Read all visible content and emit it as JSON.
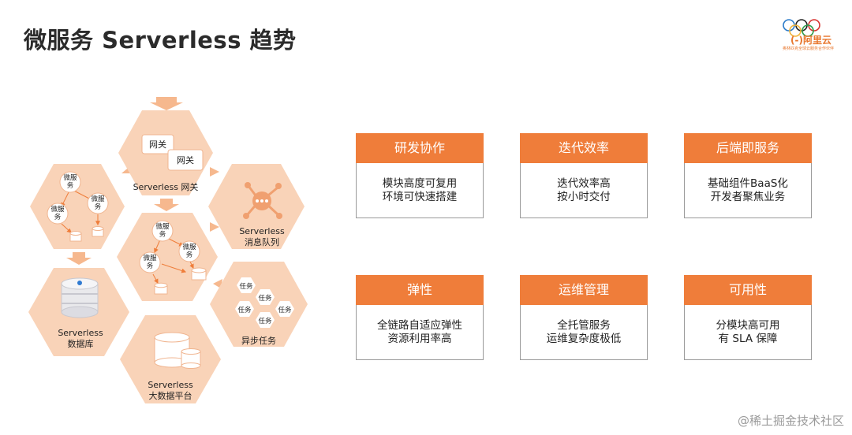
{
  "slide_title": "微服务 Serverless 趋势",
  "logo": {
    "brand": "阿里云",
    "tagline": "奥林匹克全球云服务合作伙伴"
  },
  "hexes": {
    "gateway": {
      "node_a": "网关",
      "node_b": "网关",
      "label": "Serverless 网关"
    },
    "microservices": {
      "node_a": "微服\n务",
      "node_b": "微服\n务",
      "node_c": "微服\n务"
    },
    "center": {
      "node_a": "微服\n务",
      "node_b": "微服\n务",
      "node_c": "微服\n务"
    },
    "mq": {
      "label_1": "Serverless",
      "label_2": "消息队列"
    },
    "database": {
      "label_1": "Serverless",
      "label_2": "数据库"
    },
    "tasks": {
      "t1": "任务",
      "t2": "任务",
      "t3": "任务",
      "t4": "任务",
      "t5": "任务",
      "label": "异步任务"
    },
    "bigdata": {
      "label_1": "Serverless",
      "label_2": "大数据平台"
    }
  },
  "cards": [
    {
      "title": "研发协作",
      "lines": [
        "模块高度可复用",
        "环境可快速搭建"
      ]
    },
    {
      "title": "迭代效率",
      "lines": [
        "迭代效率高",
        "按小时交付"
      ]
    },
    {
      "title": "后端即服务",
      "lines": [
        "基础组件BaaS化",
        "开发者聚焦业务"
      ]
    },
    {
      "title": "弹性",
      "lines": [
        "全链路自适应弹性",
        "资源利用率高"
      ]
    },
    {
      "title": "运维管理",
      "lines": [
        "全托管服务",
        "运维复杂度极低"
      ]
    },
    {
      "title": "可用性",
      "lines": [
        "分模块高可用",
        "有 SLA 保障"
      ]
    }
  ],
  "colors": {
    "accent": "#ef7d3a",
    "hex_fill": "#f9d3b8",
    "hex_inner": "#fbe3d2",
    "mq_icon": "#f0a070"
  },
  "watermark": "@稀土掘金技术社区"
}
